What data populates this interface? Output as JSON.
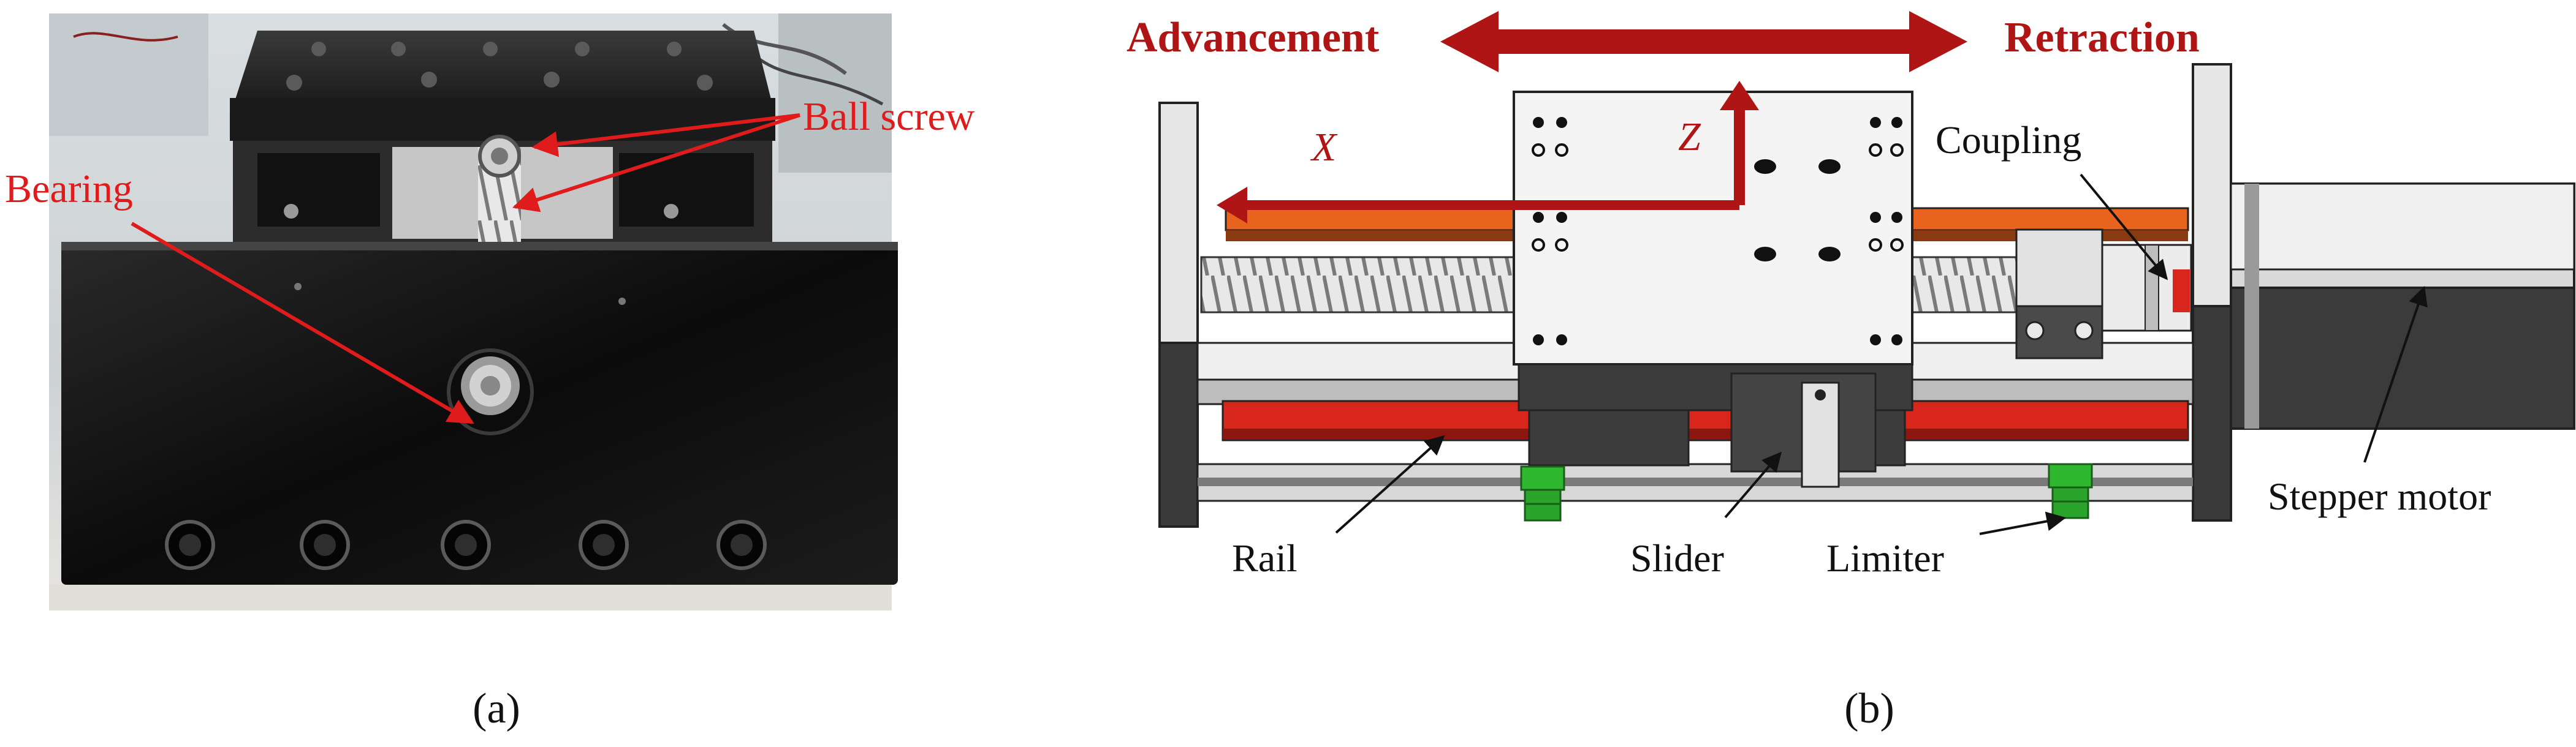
{
  "panel_a": {
    "labels": {
      "ball_screw": "Ball screw",
      "bearing": "Bearing"
    },
    "caption": "(a)"
  },
  "panel_b": {
    "direction": {
      "left": "Advancement",
      "right": "Retraction"
    },
    "axes": {
      "x": "X",
      "z": "Z"
    },
    "labels": {
      "coupling": "Coupling",
      "stepper_motor": "Stepper motor",
      "rail": "Rail",
      "slider": "Slider",
      "limiter": "Limiter"
    },
    "caption": "(b)"
  },
  "colors": {
    "label_red": "#e01b1b",
    "direction_red": "#b01515",
    "rail_red": "#d9261c",
    "rail_orange": "#e8641e",
    "limiter_green": "#2fb82f",
    "anodized_black": "#111111",
    "table_white": "#f4f4f4"
  }
}
